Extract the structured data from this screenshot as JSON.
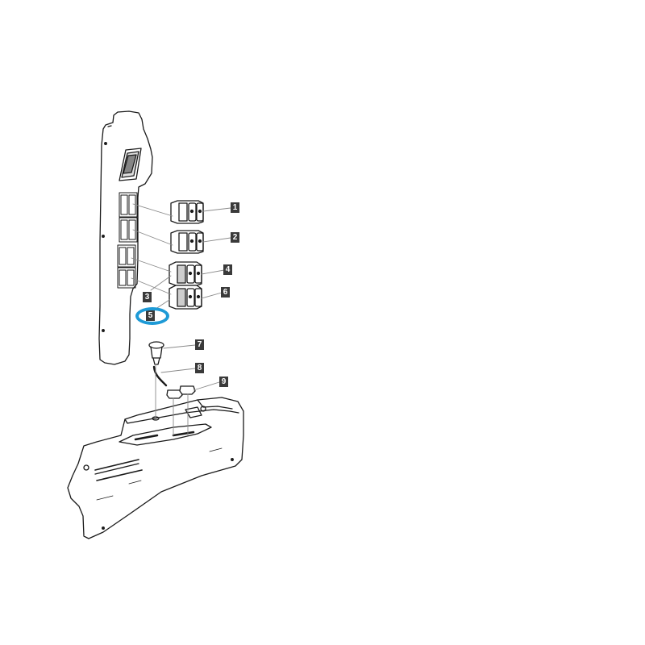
{
  "diagram": {
    "type": "exploded parts diagram",
    "assemblies": [
      {
        "name": "cab-pillar-panel",
        "description": "Vertical pillar trim panel with switch cut-outs and display window"
      },
      {
        "name": "center-console",
        "description": "Lower center console housing"
      }
    ],
    "callouts": [
      {
        "id": "1",
        "label": "1",
        "part": "rocker-switch-pair"
      },
      {
        "id": "2",
        "label": "2",
        "part": "rocker-switch-pair"
      },
      {
        "id": "3",
        "label": "3",
        "part": "switch-housing"
      },
      {
        "id": "4",
        "label": "4",
        "part": "rocker-switch-pair"
      },
      {
        "id": "5",
        "label": "5",
        "part": "switch-housing"
      },
      {
        "id": "6",
        "label": "6",
        "part": "rocker-switch-pair"
      },
      {
        "id": "7",
        "label": "7",
        "part": "power-socket"
      },
      {
        "id": "8",
        "label": "8",
        "part": "cable"
      },
      {
        "id": "9",
        "label": "9",
        "part": "cover-caps"
      }
    ],
    "highlighted_callout": "5",
    "colors": {
      "line": "#1a1a1a",
      "leader": "#8a8a8a",
      "callout_bg": "#3a3a3a",
      "callout_text": "#ffffff",
      "highlight": "#1e9ad6",
      "background": "#ffffff"
    }
  }
}
